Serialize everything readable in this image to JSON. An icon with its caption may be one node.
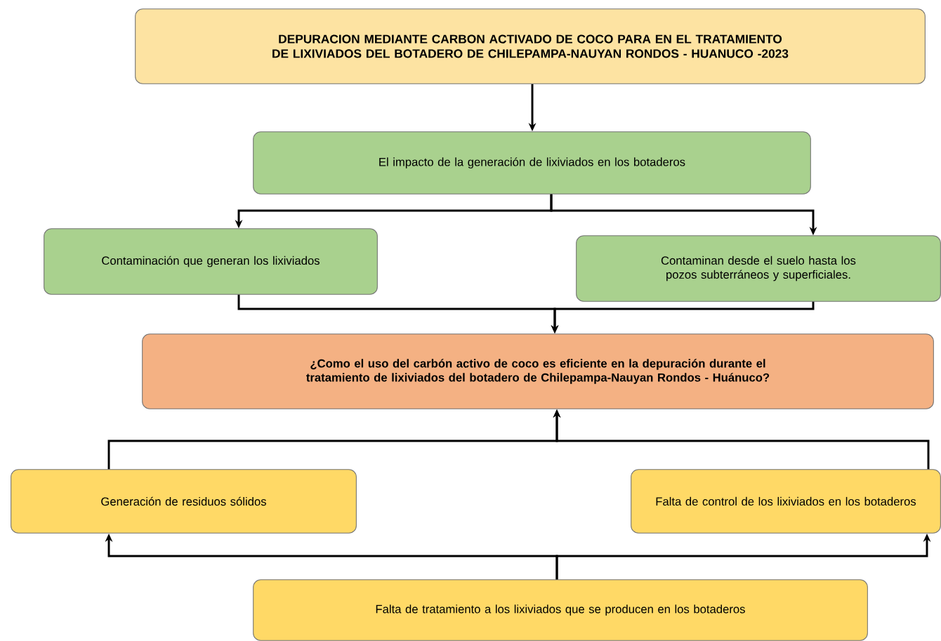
{
  "diagram": {
    "nodes": [
      {
        "text": [
          "DEPURACION MEDIANTE CARBON ACTIVADO DE COCO PARA EN EL TRATAMIENTO DE LIXIVIADOS DEL BOTADERO DE CHILEPAMPA-NAUYAN RONDOS - HUANUCO -2023"
        ]
      },
      {
        "text": [
          "El impacto de la generación de lixiviados en los botaderos"
        ]
      },
      {
        "text": [
          "Contaminación que generan los lixiviados"
        ]
      },
      {
        "text": [
          "Contaminan desde el suelo hasta los pozos subterráneos y superficiales."
        ]
      },
      {
        "text": [
          "¿Como el uso del carbón activo de coco es eficiente en la depuración durante el tratamiento de lixiviados del botadero de Chilepampa-Nauyan Rondos - Huánuco?"
        ]
      },
      {
        "text": [
          "Generación de residuos sólidos"
        ]
      },
      {
        "text": [
          "Falta de control de los lixiviados en los botaderos"
        ]
      },
      {
        "text": [
          "Falta de tratamiento a los lixiviados que se producen en los botaderos"
        ]
      }
    ],
    "edges": [
      {
        "from": 0,
        "to": 1,
        "arrow": "to"
      },
      {
        "from": 1,
        "to": 2,
        "arrow": "to"
      },
      {
        "from": 1,
        "to": 3,
        "arrow": "to"
      },
      {
        "from": 2,
        "to": 4,
        "arrow": "to"
      },
      {
        "from": 3,
        "to": 4,
        "arrow": "to"
      },
      {
        "from": 5,
        "to": 4,
        "arrow": "to"
      },
      {
        "from": 6,
        "to": 4,
        "arrow": "to"
      },
      {
        "from": 7,
        "to": 5,
        "arrow": "to"
      },
      {
        "from": 7,
        "to": 6,
        "arrow": "to"
      }
    ]
  }
}
